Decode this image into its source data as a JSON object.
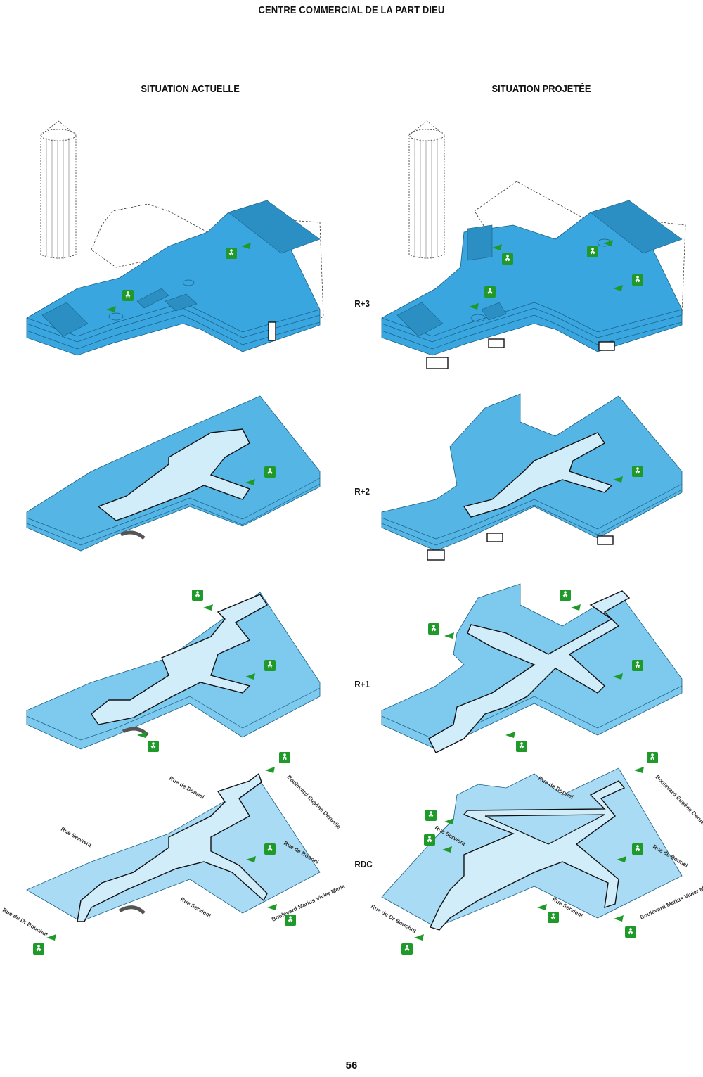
{
  "page": {
    "title": "CENTRE COMMERCIAL DE LA PART DIEU",
    "page_number": "56"
  },
  "columns": {
    "left": "SITUATION ACTUELLE",
    "right": "SITUATION PROJETÉE"
  },
  "levels": [
    "R+3",
    "R+2",
    "R+1",
    "RDC"
  ],
  "streets_left": {
    "rue_de_bonnel_top": "Rue de Bonnel",
    "bd_eugene": "Boulevard Eugène Deruelle",
    "rue_servient_left": "Rue Servient",
    "rue_de_bonnel_right": "Rue de Bonnel",
    "rue_servient_bottom": "Rue Servient",
    "bd_marius": "Boulevard Marius Vivier Merle",
    "rue_dr_bouchut": "Rue du Dr Bouchut"
  },
  "streets_right": {
    "rue_de_bonnel_top": "Rue de Bonnel",
    "bd_eugene": "Boulevard Eugène Deruelle",
    "rue_servient_left": "Rue Servient",
    "rue_de_bonnel_right": "Rue de Bonnel",
    "rue_servient_bottom": "Rue Servient",
    "bd_marius": "Boulevard Marius Vivier Merle",
    "rue_dr_bouchut": "Rue du Dr Bouchut"
  },
  "colors": {
    "level_r3": "#3aa6df",
    "level_r2": "#55b6e6",
    "level_r1": "#7dcaee",
    "level_rdc": "#a9dcf4",
    "corridor": "#d2edfa",
    "entrance_green": "#1f9a2a",
    "outline": "#111111"
  }
}
